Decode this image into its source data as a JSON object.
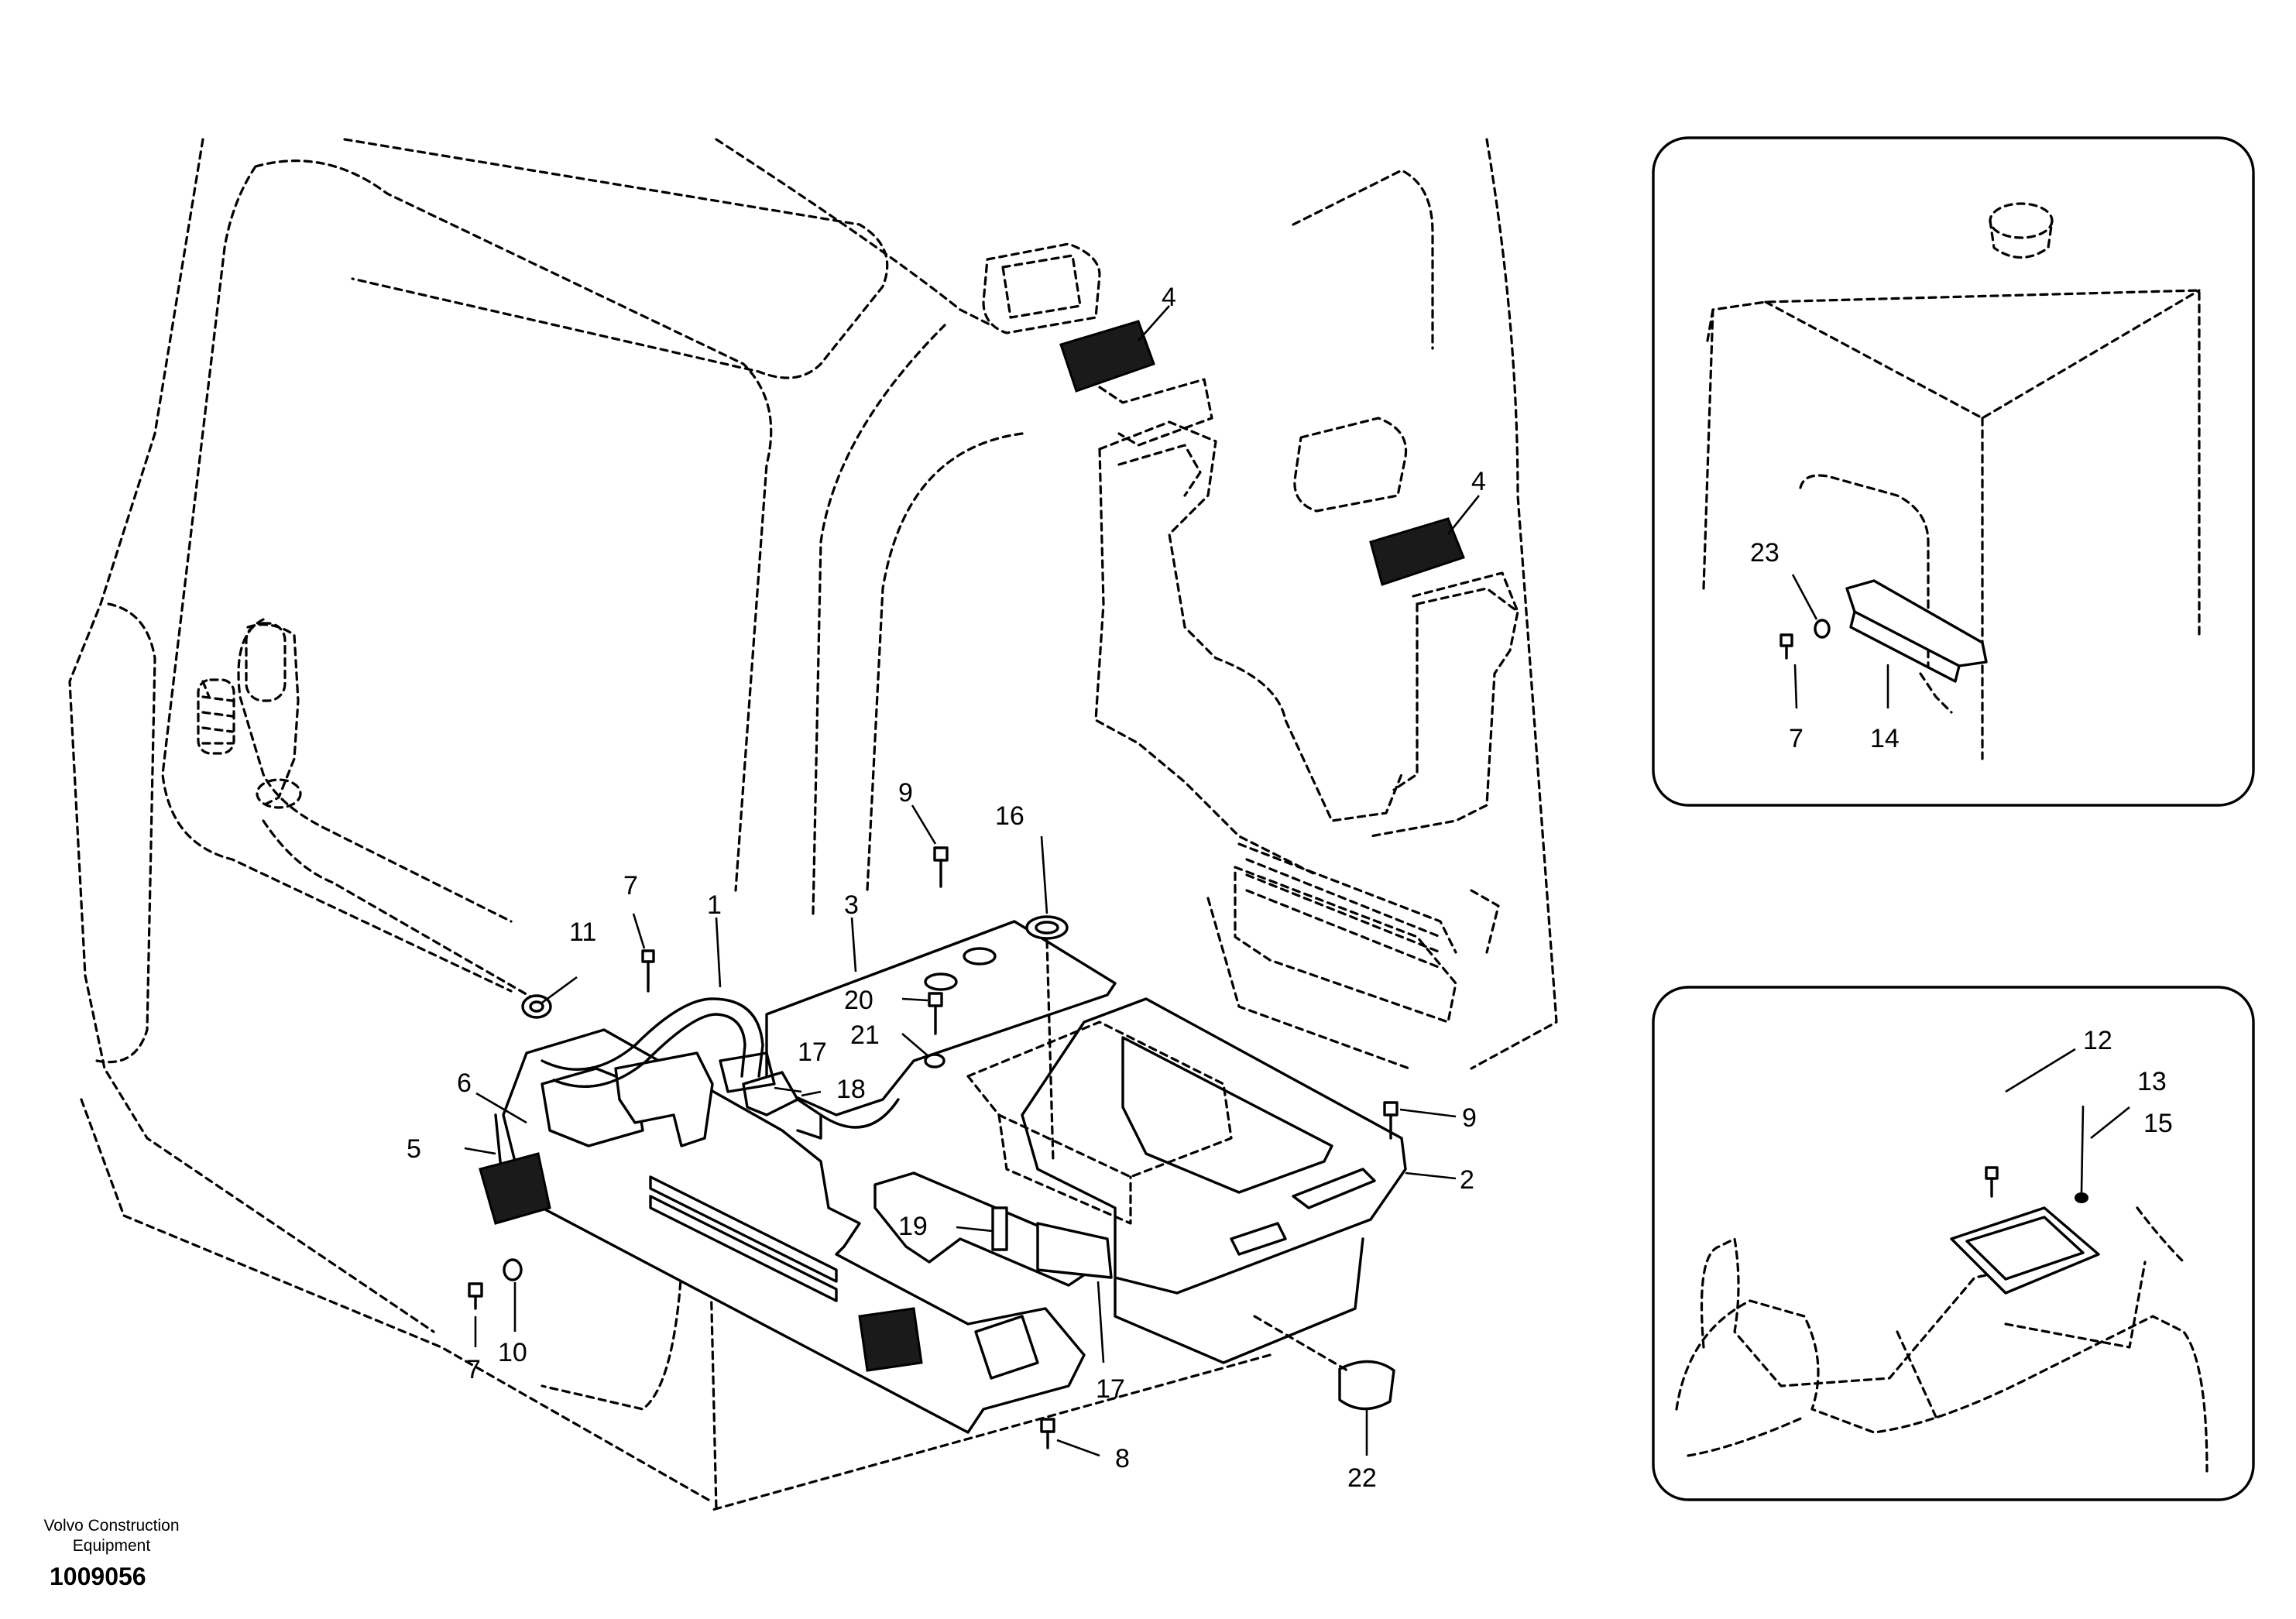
{
  "brand": {
    "line1": "Volvo Construction",
    "line2": "Equipment"
  },
  "document_number": "1009056",
  "callouts": {
    "main": {
      "c1": "1",
      "c2": "2",
      "c3": "3",
      "c4a": "4",
      "c4b": "4",
      "c5": "5",
      "c6": "6",
      "c7a": "7",
      "c7b": "7",
      "c8": "8",
      "c9a": "9",
      "c9b": "9",
      "c10": "10",
      "c11": "11",
      "c16": "16",
      "c17a": "17",
      "c17b": "17",
      "c18": "18",
      "c19": "19",
      "c20": "20",
      "c21": "21",
      "c22": "22"
    },
    "inset_top": {
      "c23": "23",
      "c7": "7",
      "c14": "14"
    },
    "inset_bottom": {
      "c12": "12",
      "c13": "13",
      "c15": "15"
    }
  }
}
